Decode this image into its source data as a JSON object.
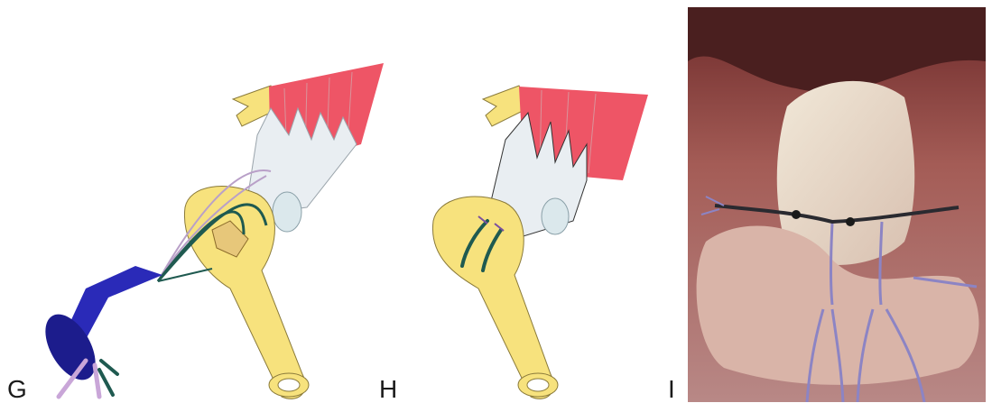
{
  "panels": [
    {
      "label": "G"
    },
    {
      "label": "H"
    },
    {
      "label": "I"
    }
  ],
  "colors": {
    "bone": "#f7e27d",
    "bone_outline": "#8a7a3a",
    "muscle": "#ee5566",
    "tendon": "#e9eef2",
    "suture_dark": "#1f5a50",
    "suture_purple": "#b9a0c8",
    "anchor_blue": "#2a2ab8",
    "tissue_photo": "#c9a6a0",
    "suture_blue": "#8c84c4"
  }
}
